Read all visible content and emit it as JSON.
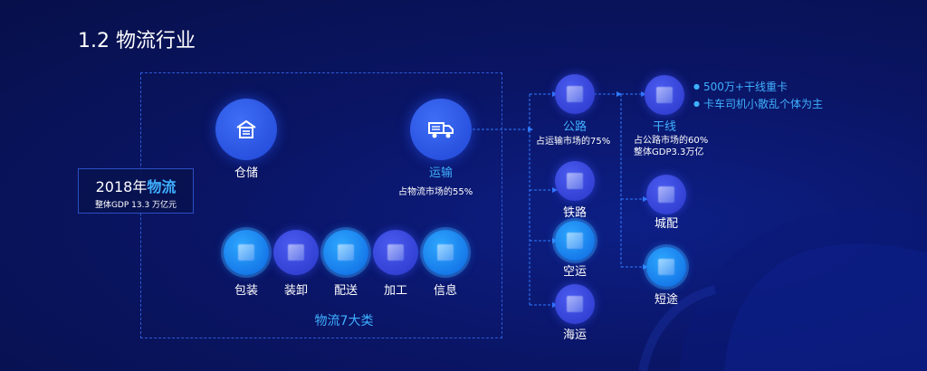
{
  "title": "1.2 物流行业",
  "year_box": {
    "year": "2018年",
    "highlight": "物流",
    "subtitle": "整体GDP 13.3 万亿元"
  },
  "storage": {
    "label": "仓储"
  },
  "transport": {
    "label": "运输",
    "note": "占物流市场的55%"
  },
  "categories": {
    "items": [
      "包装",
      "装卸",
      "配送",
      "加工",
      "信息"
    ],
    "caption": "物流7大类"
  },
  "modes": {
    "road": {
      "label": "公路",
      "note": "占运输市场的75%"
    },
    "rail": {
      "label": "铁路"
    },
    "air": {
      "label": "空运"
    },
    "sea": {
      "label": "海运"
    }
  },
  "road_types": {
    "trunk": {
      "label": "干线",
      "note1": "占公路市场的60%",
      "note2": "整体GDP3.3万亿"
    },
    "city": {
      "label": "城配"
    },
    "short": {
      "label": "短途"
    }
  },
  "bullets": [
    "500万+干线重卡",
    "卡车司机小散乱个体为主"
  ],
  "colors": {
    "accent": "#3fb0ff",
    "circle_blue": "#1f46d6",
    "circle_cyan": "#0c66e0",
    "dash": "#2d5ad6"
  },
  "icons": {
    "storage": "warehouse-icon",
    "transport": "truck-icon"
  }
}
